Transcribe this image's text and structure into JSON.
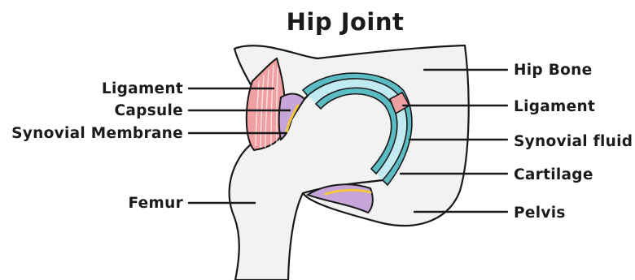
{
  "title": "Hip Joint",
  "labels": {
    "ligament_left": "Ligament",
    "capsule": "Capsule",
    "synovial_membrane": "Synovial Membrane",
    "femur": "Femur",
    "hip_bone": "Hip Bone",
    "ligament_right": "Ligament",
    "synovial_fluid": "Synovial fluid",
    "cartilage": "Cartilage",
    "pelvis": "Pelvis"
  },
  "colors": {
    "bone": "#f2f2f2",
    "outline": "#1a1a1a",
    "ligament": "#f0a0a3",
    "capsule": "#c6a6d8",
    "cartilage": "#5bbcc4",
    "synovial_fluid": "#c2ebf1",
    "synovial_membrane": "#f2c73c"
  }
}
